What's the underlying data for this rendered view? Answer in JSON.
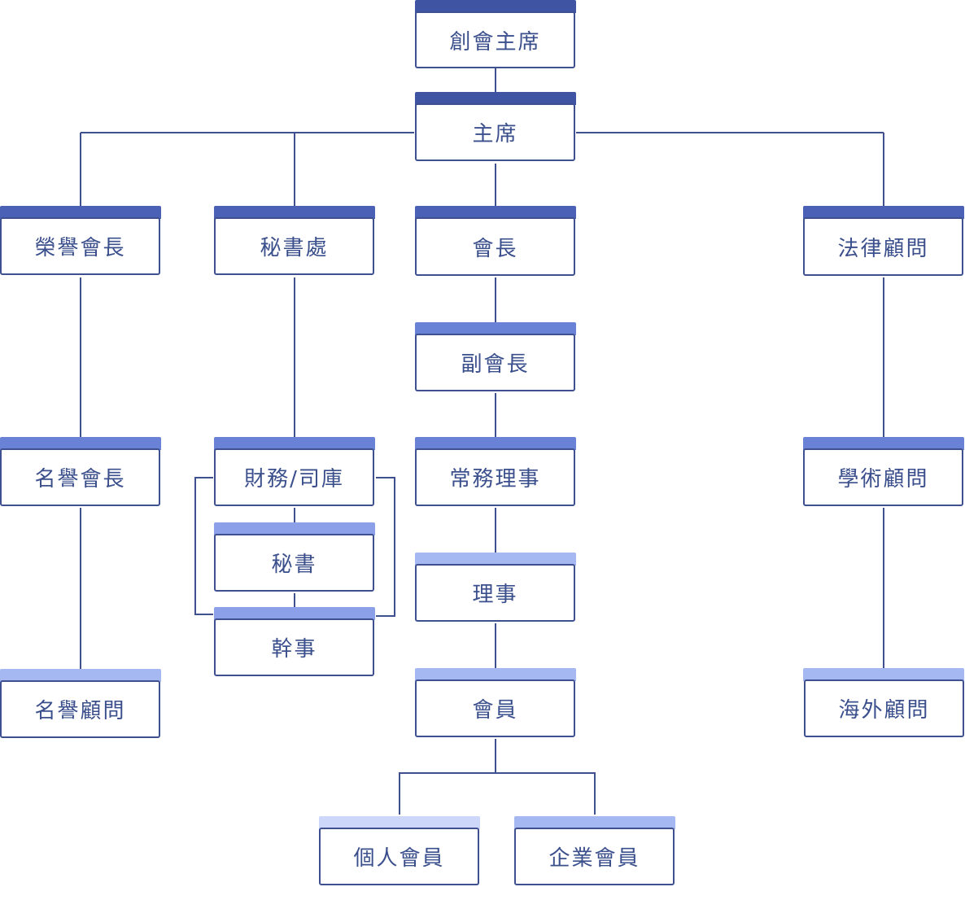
{
  "nodes": {
    "founding_chairman": "創會主席",
    "chairman": "主席",
    "honorary_president": "榮譽會長",
    "secretariat": "秘書處",
    "president": "會長",
    "legal_advisor": "法律顧問",
    "vice_president": "副會長",
    "eminent_president": "名譽會長",
    "finance_treasurer": "財務/司庫",
    "executive_director": "常務理事",
    "academic_advisor": "學術顧問",
    "secretary": "秘書",
    "director": "理事",
    "officer": "幹事",
    "eminent_advisor": "名譽顧問",
    "member": "會員",
    "overseas_advisor": "海外顧問",
    "individual_member": "個人會員",
    "corporate_member": "企業會員"
  },
  "colors": {
    "line": "#3e5090",
    "text": "#3a4f8c",
    "border": "#3e5090",
    "level_1": "#3f55a3",
    "level_2": "#4a61b5",
    "level_3": "#6a82d6",
    "level_4": "#8ba0e8",
    "level_5": "#a6b8f2",
    "level_6": "#ccd7fa"
  }
}
